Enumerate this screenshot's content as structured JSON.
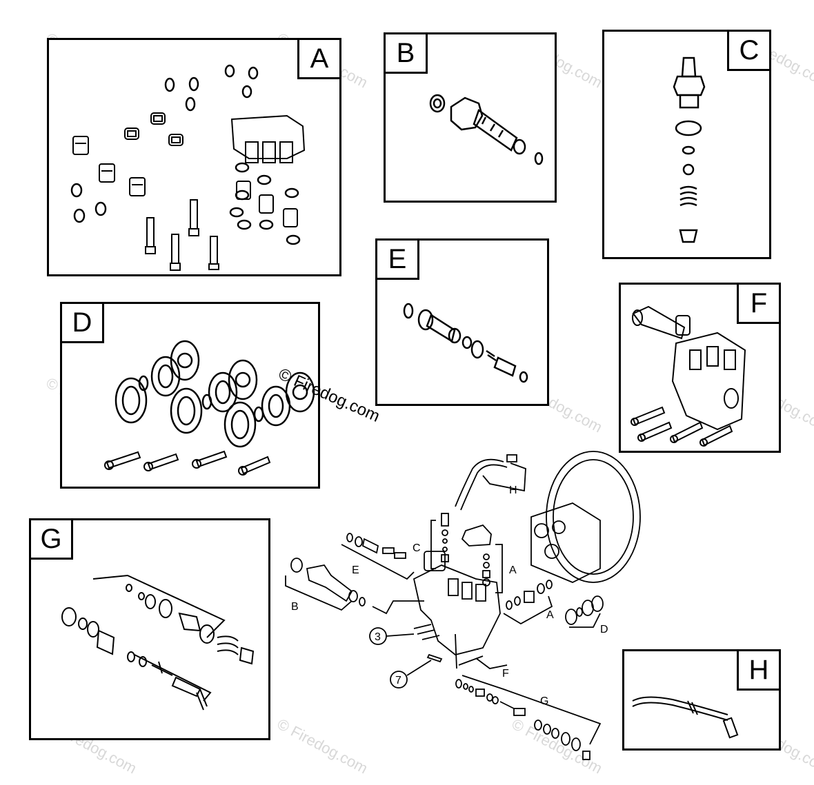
{
  "panels": {
    "a": {
      "letter": "A"
    },
    "b": {
      "letter": "B"
    },
    "c": {
      "letter": "C"
    },
    "d": {
      "letter": "D"
    },
    "e": {
      "letter": "E"
    },
    "f": {
      "letter": "F"
    },
    "g": {
      "letter": "G"
    },
    "h": {
      "letter": "H"
    }
  },
  "watermark": "© Firedog.com",
  "main_diagram": {
    "callouts": {
      "a1": "A",
      "a2": "A",
      "b": "B",
      "c": "C",
      "d": "D",
      "e": "E",
      "f": "F",
      "g": "G",
      "h": "H",
      "n3": "3",
      "n7": "7"
    }
  }
}
